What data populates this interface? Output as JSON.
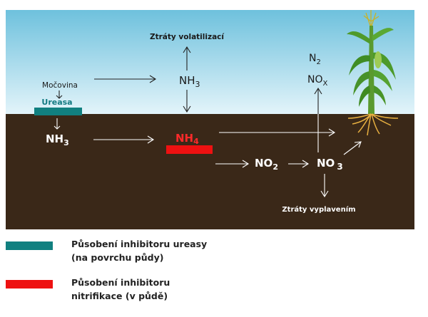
{
  "labels": {
    "mocovina": "Močovina",
    "ureasa": "Ureasa",
    "nh3_air": "NH",
    "nh3_air_sub": "3",
    "ztraty_volatilizaci": "Ztráty volatilizací",
    "n2": "N",
    "n2_sub": "2",
    "nox": "NO",
    "nox_sub": "X",
    "nh3_soil": "NH",
    "nh3_soil_sub": "3",
    "nh4": "NH",
    "nh4_sub": "4",
    "no2": "NO",
    "no2_sub": "2",
    "no3": "NO",
    "no3_sub": "3",
    "ztraty_vyplavenim": "Ztráty vyplavením"
  },
  "legend": [
    {
      "color": "#118080",
      "text": "Působení inhibitoru ureasy\n(na povrchu půdy)"
    },
    {
      "color": "#ee1111",
      "text": "Působení inhibitoru\nnitrifikace (v půdě)"
    }
  ],
  "colors": {
    "sky_top": "#6ec1dd",
    "sky_bottom": "#dff3f9",
    "soil": "#3a2818",
    "ureasa_bar": "#118080",
    "nitrification_bar": "#ee1111"
  },
  "icons": [
    "corn-plant-icon"
  ]
}
